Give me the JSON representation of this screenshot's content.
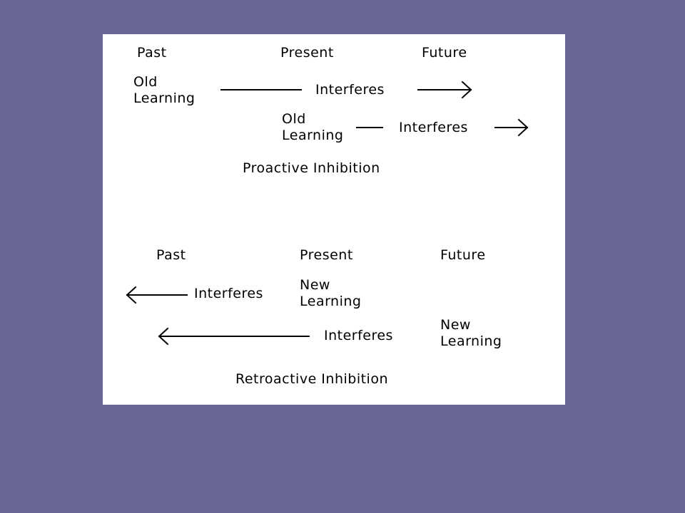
{
  "colors": {
    "background": "#676697",
    "panel": "#ffffff",
    "ink": "#000000"
  },
  "proactive": {
    "headers": {
      "past": "Past",
      "present": "Present",
      "future": "Future"
    },
    "row1": {
      "source": "Old Learning",
      "verb": "Interferes"
    },
    "row2": {
      "source": "Old Learning",
      "verb": "Interferes"
    },
    "caption": "Proactive Inhibition"
  },
  "retroactive": {
    "headers": {
      "past": "Past",
      "present": "Present",
      "future": "Future"
    },
    "row1": {
      "source": "New Learning",
      "verb": "Interferes"
    },
    "row2": {
      "source": "New Learning",
      "verb": "Interferes"
    },
    "caption": "Retroactive Inhibition"
  }
}
